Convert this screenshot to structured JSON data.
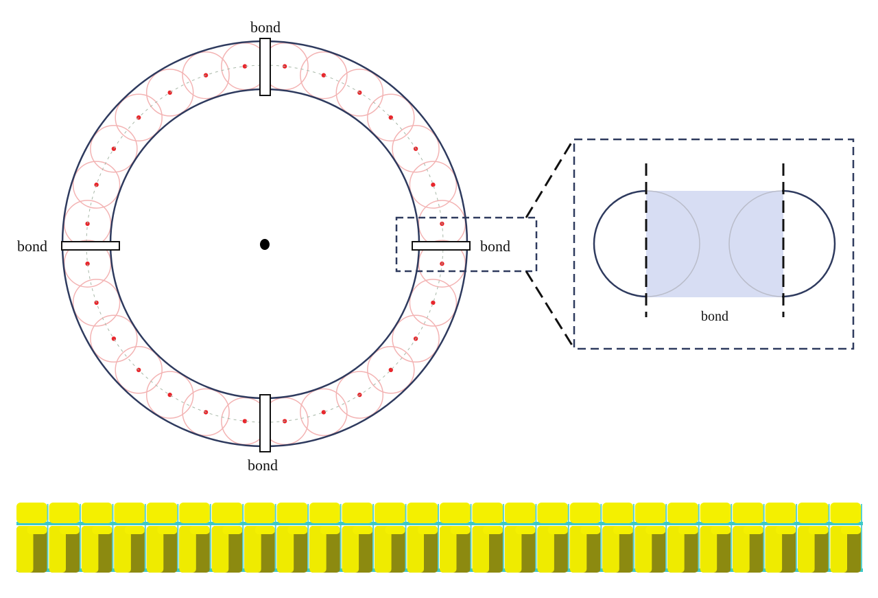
{
  "labels": {
    "bond_top": "bond",
    "bond_left": "bond",
    "bond_right": "bond",
    "bond_bottom": "bond",
    "bond_detail": "bond"
  },
  "ring": {
    "particle_count": 28,
    "bond_count": 4
  },
  "strip": {
    "block_count": 26
  },
  "colors": {
    "ring_outline": "#2e3a5e",
    "particle_outline": "#f3b3b3",
    "particle_center": "#e8262c",
    "center_dot": "#000000",
    "dashed_path": "#a8b8a8",
    "detail_fill": "#c9d1ef",
    "block_yellow": "#f4f000",
    "block_shadow": "#8c8a10",
    "block_accent": "#3cc8c8"
  }
}
